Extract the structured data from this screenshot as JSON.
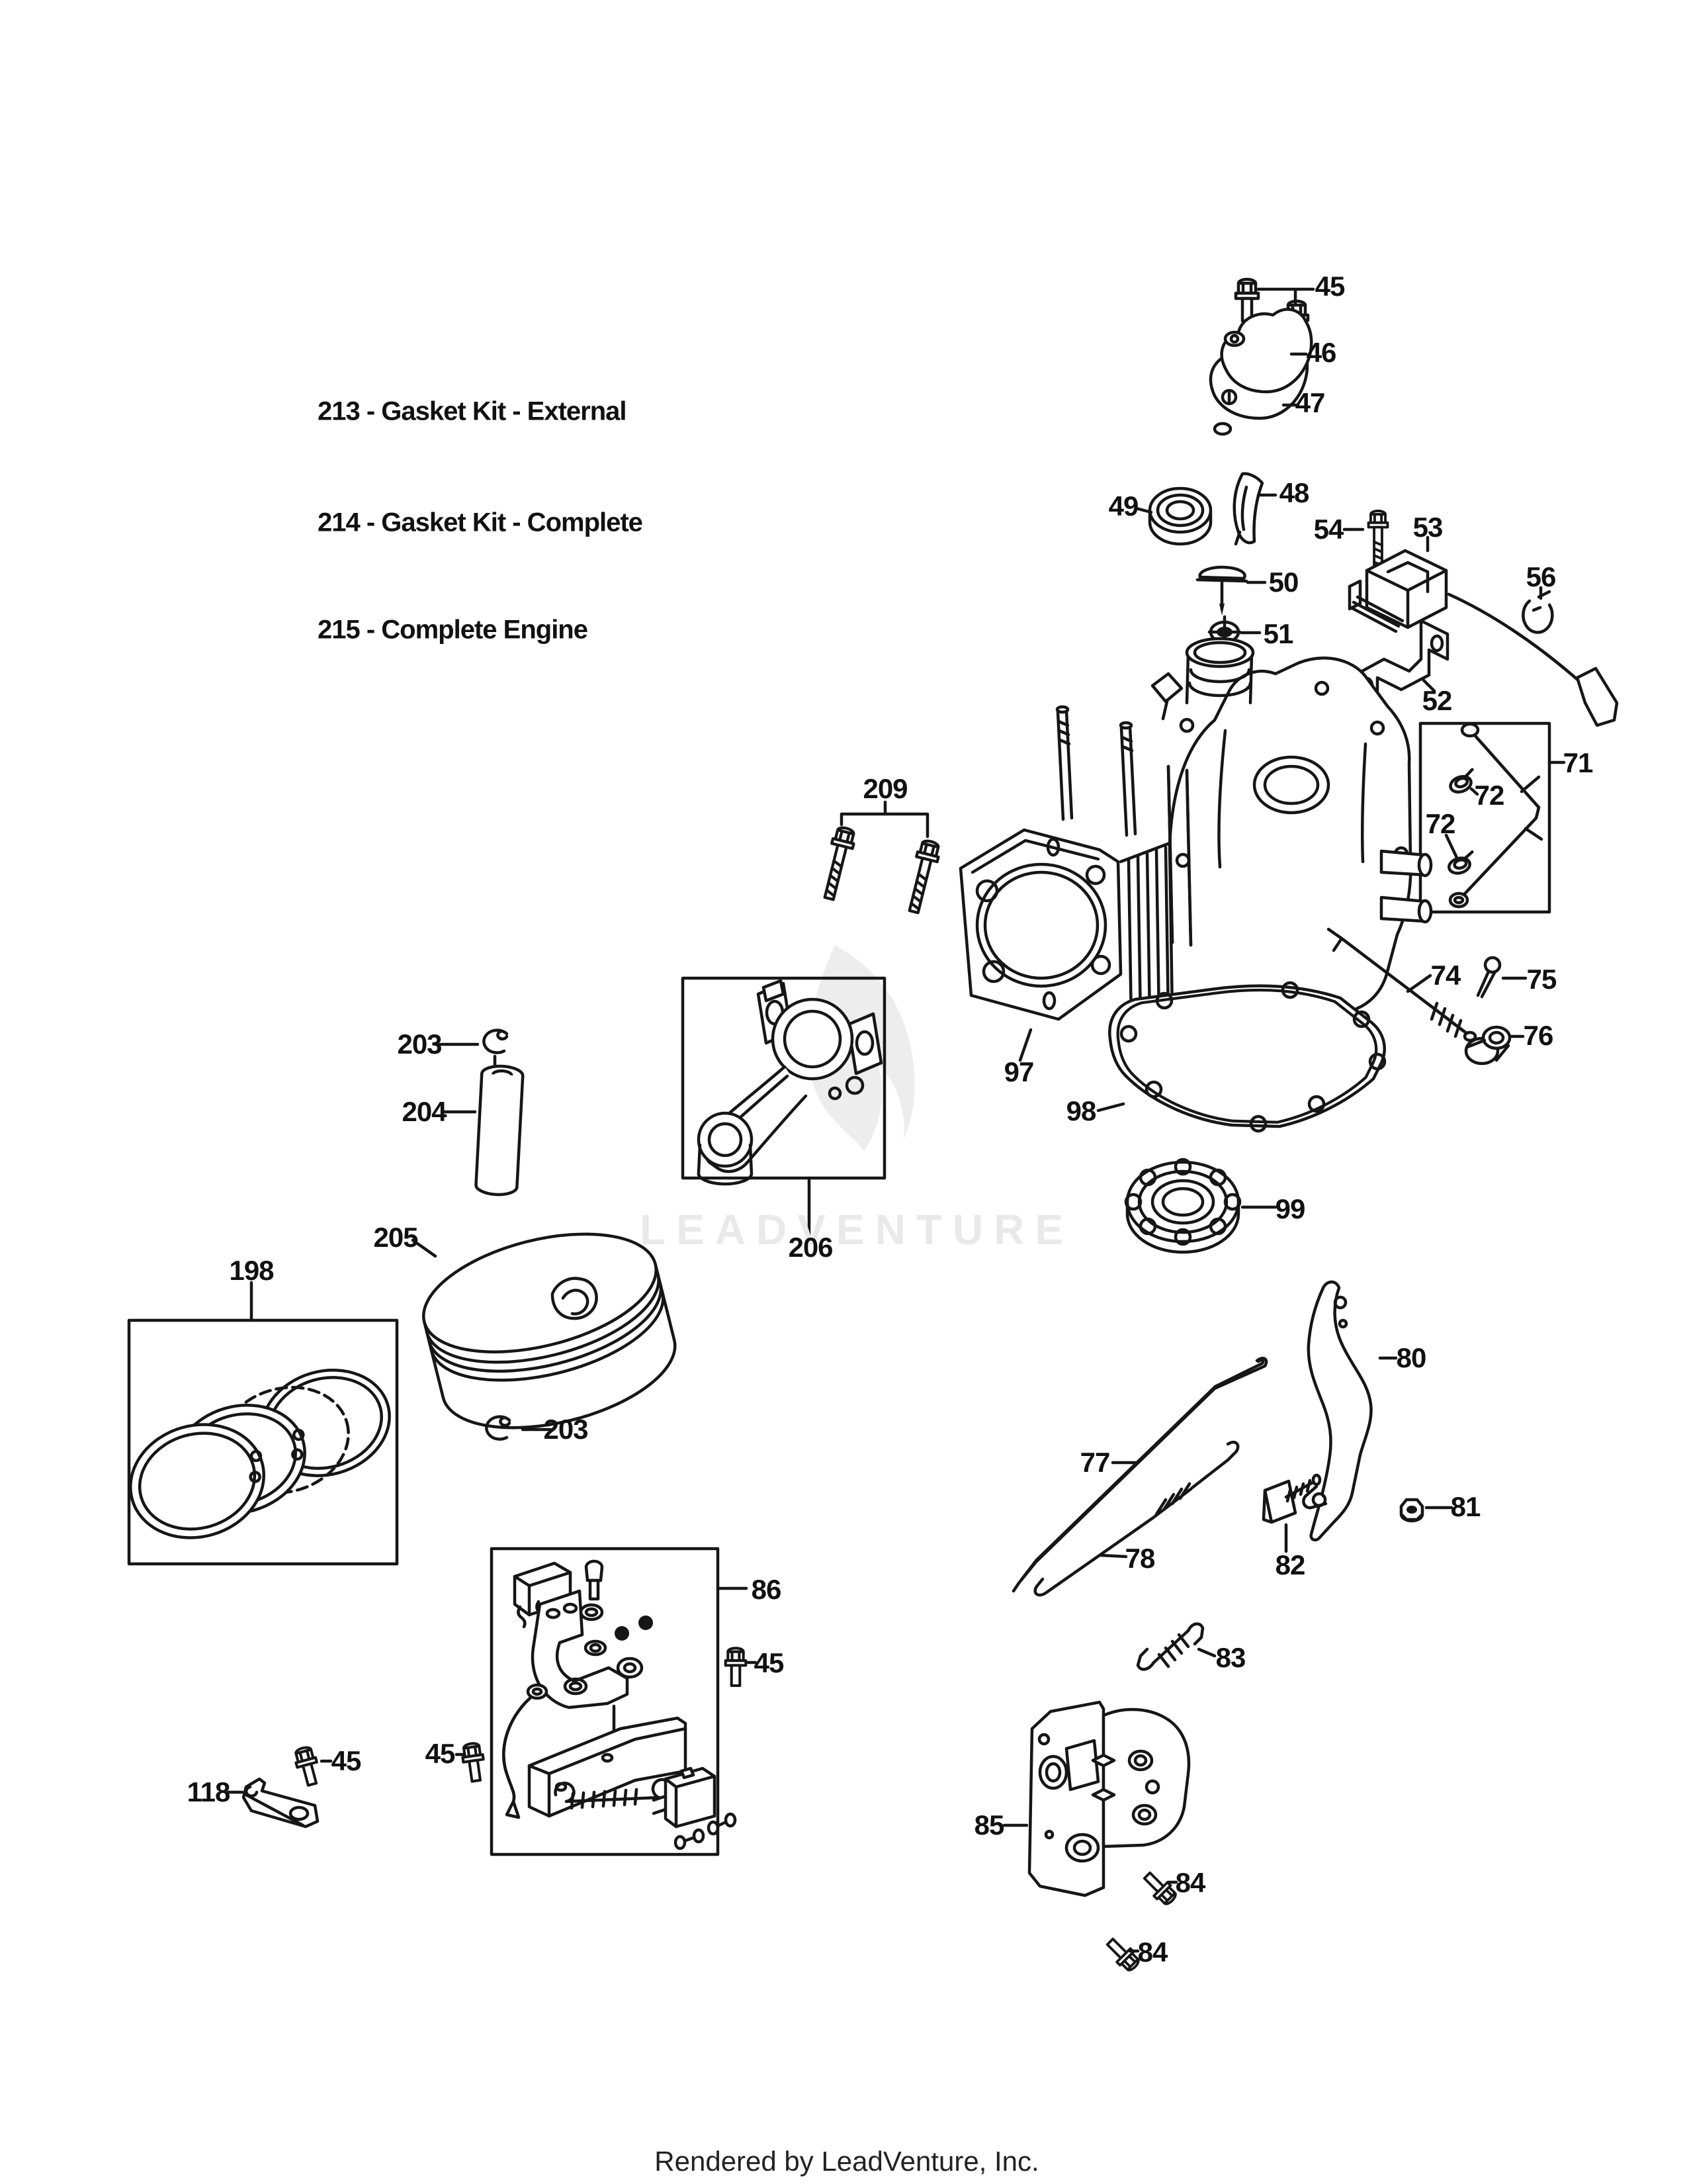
{
  "page": {
    "kit_labels": [
      "213 - Gasket Kit - External",
      "214 - Gasket Kit - Complete",
      "215 - Complete Engine"
    ],
    "footer": "Rendered by LeadVenture, Inc.",
    "watermark_text": "LEADVENTURE",
    "line_color": "#161616",
    "watermark_color": "#e9e9e9"
  },
  "callouts": [
    {
      "text": "45"
    },
    {
      "text": "46"
    },
    {
      "text": "47"
    },
    {
      "text": "48"
    },
    {
      "text": "49"
    },
    {
      "text": "54"
    },
    {
      "text": "53"
    },
    {
      "text": "56"
    },
    {
      "text": "50"
    },
    {
      "text": "51"
    },
    {
      "text": "52"
    },
    {
      "text": "71"
    },
    {
      "text": "72"
    },
    {
      "text": "72"
    },
    {
      "text": "209"
    },
    {
      "text": "97"
    },
    {
      "text": "98"
    },
    {
      "text": "99"
    },
    {
      "text": "74"
    },
    {
      "text": "75"
    },
    {
      "text": "76"
    },
    {
      "text": "203"
    },
    {
      "text": "204"
    },
    {
      "text": "205"
    },
    {
      "text": "206"
    },
    {
      "text": "198"
    },
    {
      "text": "203"
    },
    {
      "text": "77"
    },
    {
      "text": "78"
    },
    {
      "text": "80"
    },
    {
      "text": "81"
    },
    {
      "text": "82"
    },
    {
      "text": "83"
    },
    {
      "text": "86"
    },
    {
      "text": "45"
    },
    {
      "text": "45"
    },
    {
      "text": "118"
    },
    {
      "text": "45"
    },
    {
      "text": "85"
    },
    {
      "text": "84"
    },
    {
      "text": "84"
    }
  ]
}
